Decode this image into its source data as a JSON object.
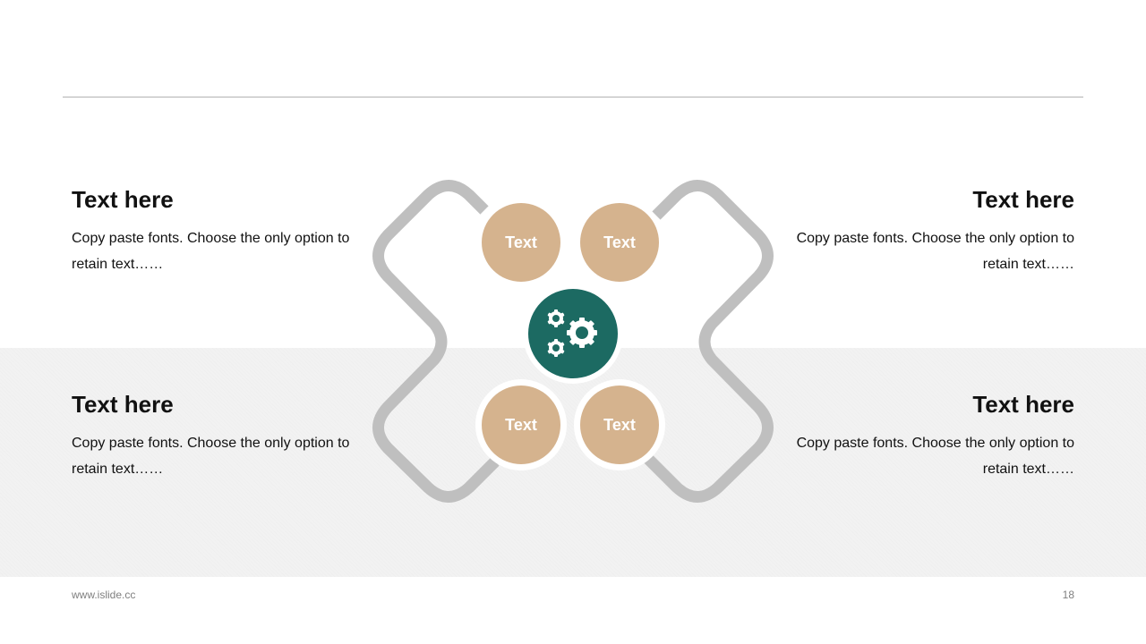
{
  "blocks": [
    {
      "title": "Text here",
      "body": "Copy paste fonts. Choose the only option to retain text……"
    },
    {
      "title": "Text here",
      "body": "Copy paste fonts. Choose the only option to retain text……"
    },
    {
      "title": "Text here",
      "body": "Copy paste fonts. Choose the only option to retain text……"
    },
    {
      "title": "Text here",
      "body": "Copy paste fonts. Choose the only option to retain text……"
    }
  ],
  "diagram": {
    "nodes": [
      {
        "label": "Text"
      },
      {
        "label": "Text"
      },
      {
        "label": "Text"
      },
      {
        "label": "Text"
      }
    ],
    "center_icon": "gears-icon",
    "colors": {
      "node_fill": "#D5B38E",
      "center_fill": "#1C6A62",
      "connector": "#BFBFBF"
    }
  },
  "footer": {
    "url": "www.islide.cc",
    "page_number": "18"
  }
}
